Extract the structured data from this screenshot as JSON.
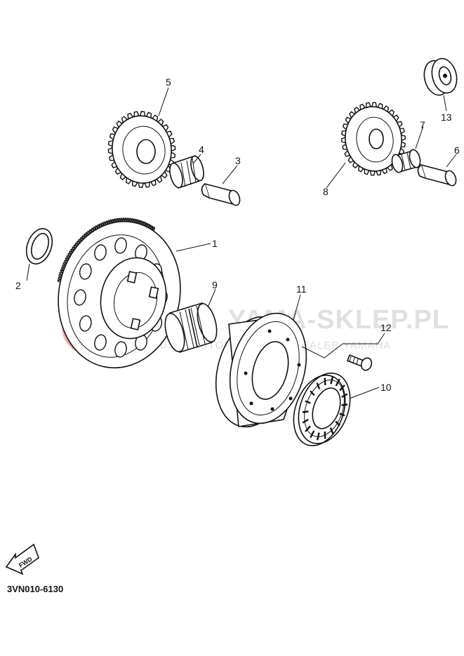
{
  "diagram_code": "3VN010-6130",
  "watermark": {
    "brand": "YAMA-SKLEP.PL",
    "tagline": "WUJEK AUTORYZOWANY DEALER YAMAHA",
    "color": "#d9232d"
  },
  "fwd_label": "FWD",
  "callouts": [
    {
      "id": "1",
      "label": "1"
    },
    {
      "id": "2",
      "label": "2"
    },
    {
      "id": "3",
      "label": "3"
    },
    {
      "id": "4",
      "label": "4"
    },
    {
      "id": "5",
      "label": "5"
    },
    {
      "id": "6",
      "label": "6"
    },
    {
      "id": "7",
      "label": "7"
    },
    {
      "id": "8",
      "label": "8"
    },
    {
      "id": "9",
      "label": "9"
    },
    {
      "id": "10",
      "label": "10"
    },
    {
      "id": "11",
      "label": "11"
    },
    {
      "id": "12",
      "label": "12"
    },
    {
      "id": "13",
      "label": "13"
    }
  ]
}
